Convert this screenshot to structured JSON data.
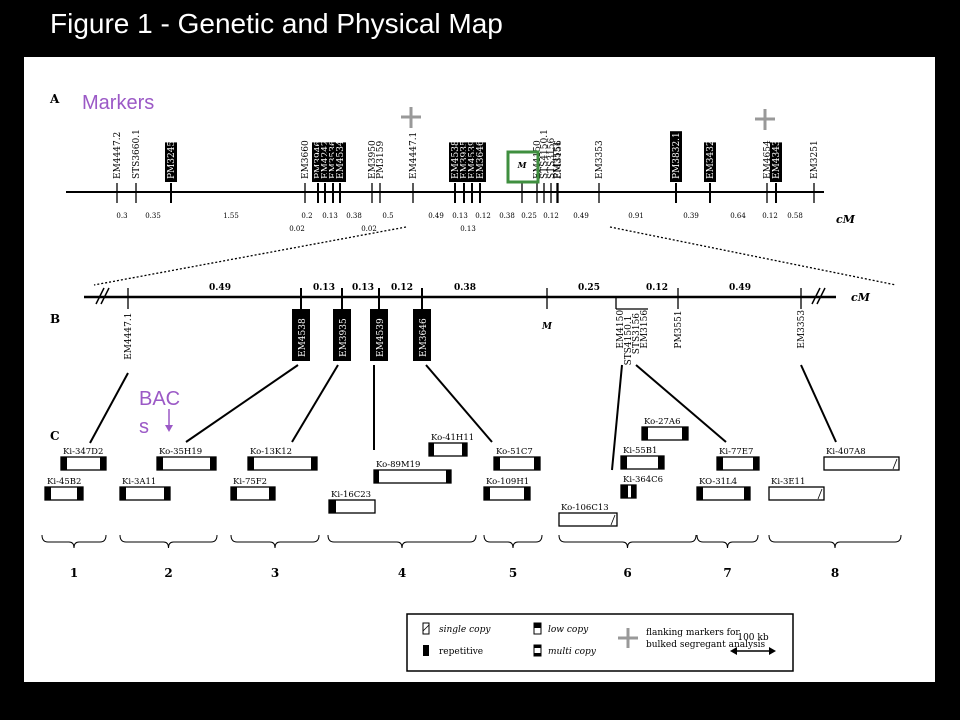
{
  "title": "Figure 1 - Genetic and Physical Map",
  "annotations": {
    "markers": "Markers",
    "bacs_line1": "BAC",
    "bacs_line2": "s",
    "colors": {
      "annotation": "#9b59c6",
      "highlight": "#3f8f3f"
    }
  },
  "panel_a": {
    "letter": "A",
    "markers": [
      {
        "name": "EM4447.2",
        "boxed": false
      },
      {
        "name": "STS3660.1",
        "boxed": false
      },
      {
        "name": "PM3245",
        "boxed": true
      },
      {
        "name": "EM3660",
        "boxed": false
      },
      {
        "name": "PM3946",
        "boxed": true
      },
      {
        "name": "EM4242",
        "boxed": true
      },
      {
        "name": "EM3536",
        "boxed": true
      },
      {
        "name": "EM4534",
        "boxed": true
      },
      {
        "name": "EM3950",
        "boxed": false
      },
      {
        "name": "PM3159",
        "boxed": false
      },
      {
        "name": "EM4447.1",
        "boxed": false
      },
      {
        "name": "EM4538",
        "boxed": true
      },
      {
        "name": "EM3935",
        "boxed": true
      },
      {
        "name": "EM4539",
        "boxed": true
      },
      {
        "name": "EM3646",
        "boxed": true
      },
      {
        "name": "M",
        "boxed": false
      },
      {
        "name": "EM4150",
        "boxed": false
      },
      {
        "name": "STS4150.1",
        "boxed": false
      },
      {
        "name": "STS3156",
        "boxed": false
      },
      {
        "name": "EM3156",
        "boxed": false
      },
      {
        "name": "PM3551",
        "boxed": false
      },
      {
        "name": "EM3353",
        "boxed": false
      },
      {
        "name": "PM3832.1",
        "boxed": true
      },
      {
        "name": "EM3432",
        "boxed": true
      },
      {
        "name": "EM4654",
        "boxed": false
      },
      {
        "name": "EM4343",
        "boxed": true
      },
      {
        "name": "EM3251",
        "boxed": false
      }
    ],
    "distances": [
      "0.3",
      "0.35",
      "1.55",
      "0.2",
      "0.13",
      "0.38",
      "0.5",
      "0.49",
      "0.13",
      "0.12",
      "0.38",
      "0.25",
      "0.12",
      "0.49",
      "0.91",
      "0.39",
      "0.64",
      "0.12",
      "0.58"
    ],
    "distances_below": [
      "0.02",
      "0.02",
      "0.13"
    ],
    "unit": "cM"
  },
  "panel_b": {
    "letter": "B",
    "distances": [
      "0.49",
      "0.13",
      "0.13",
      "0.12",
      "0.38",
      "0.25",
      "0.12",
      "0.49"
    ],
    "markers": [
      "EM4447.1",
      "EM4538",
      "EM3935",
      "EM4539",
      "EM3646",
      "M",
      "EM4150",
      "STS4150.1",
      "STS3156",
      "EM3156",
      "PM3551",
      "EM3353"
    ],
    "unit": "cM"
  },
  "panel_c": {
    "letter": "C",
    "clones": [
      "Ki-347D2",
      "Ki-45B2",
      "Ko-35H19",
      "Ki-3A11",
      "Ko-13K12",
      "Ki-75F2",
      "Ko-89M19",
      "Ki-16C23",
      "Ko-41H11",
      "Ko-51C7",
      "Ko-109H1",
      "Ko-27A6",
      "Ki-55B1",
      "Ki-364C6",
      "Ko-106C13",
      "Ki-77E7",
      "KO-31L4",
      "Ki-407A8",
      "Ki-3E11"
    ],
    "groups": [
      "1",
      "2",
      "3",
      "4",
      "5",
      "6",
      "7",
      "8"
    ]
  },
  "legend": {
    "single_copy": "single copy",
    "repetitive": "repetitive",
    "low_copy": "low copy",
    "multi_copy": "multi copy",
    "flanking_line1": "flanking markers for",
    "flanking_line2": "bulked segregant analysis",
    "scale": "100 kb"
  }
}
